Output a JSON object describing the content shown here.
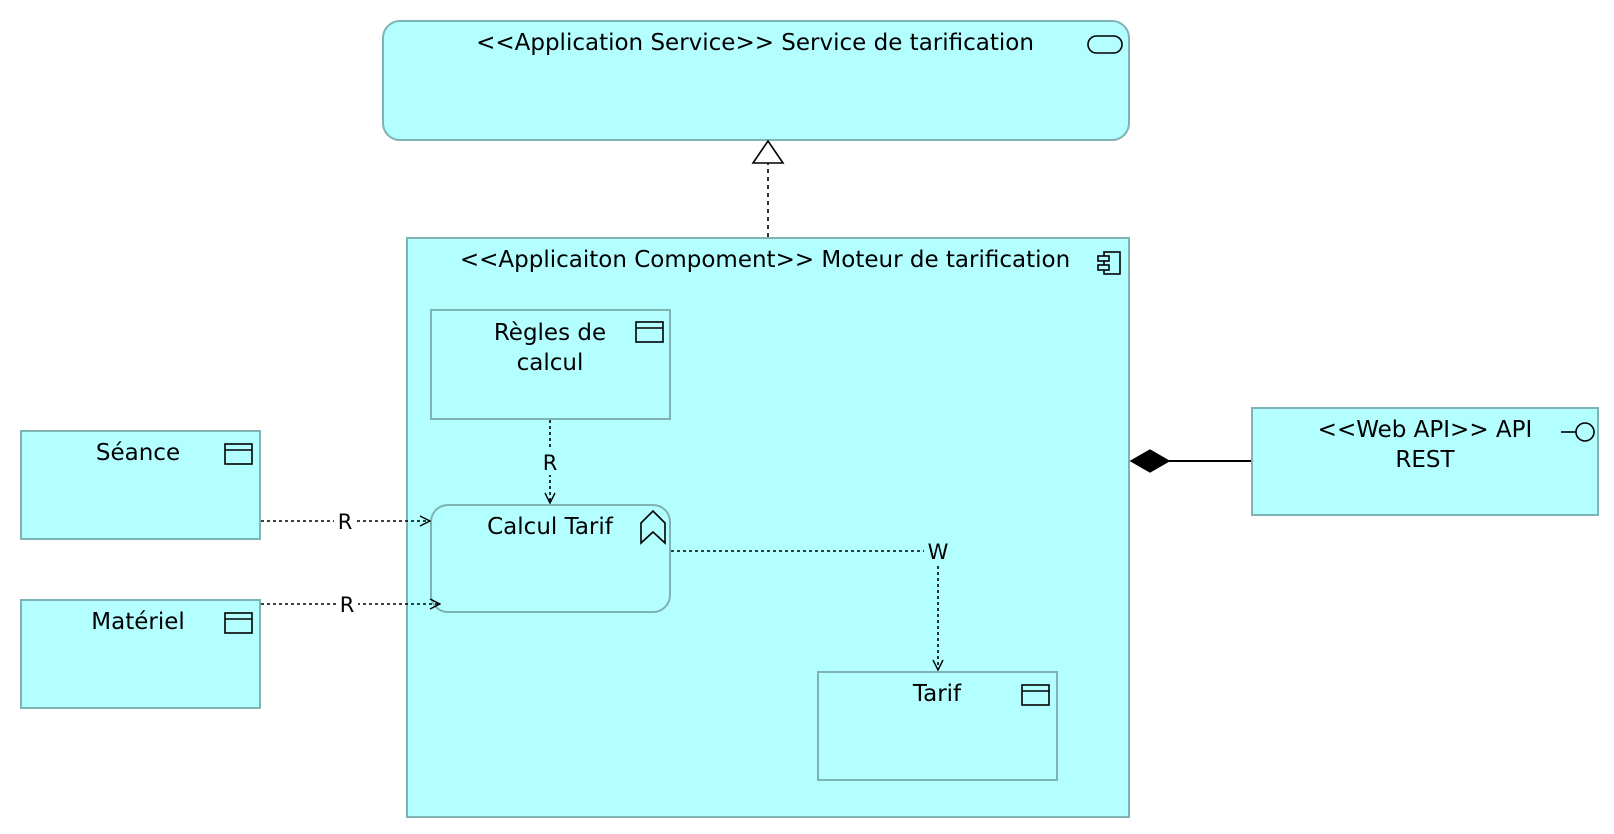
{
  "diagram": {
    "service": {
      "label": "<<Application Service>> Service de tarification",
      "icon": "service-icon"
    },
    "component": {
      "label": "<<Applicaiton Compoment>> Moteur de tarification",
      "icon": "component-icon"
    },
    "regles": {
      "label": "Règles de\ncalcul",
      "icon": "data-object-icon"
    },
    "calcul": {
      "label": "Calcul Tarif",
      "icon": "function-icon"
    },
    "tarif": {
      "label": "Tarif",
      "icon": "data-object-icon"
    },
    "seance": {
      "label": "Séance",
      "icon": "data-object-icon"
    },
    "materiel": {
      "label": "Matériel",
      "icon": "data-object-icon"
    },
    "api": {
      "label": "<<Web API>> API\nREST",
      "icon": "interface-icon"
    },
    "edges": {
      "regles_to_calcul": "R",
      "seance_to_calcul": "R",
      "materiel_to_calcul": "R",
      "calcul_to_tarif": "W"
    }
  }
}
